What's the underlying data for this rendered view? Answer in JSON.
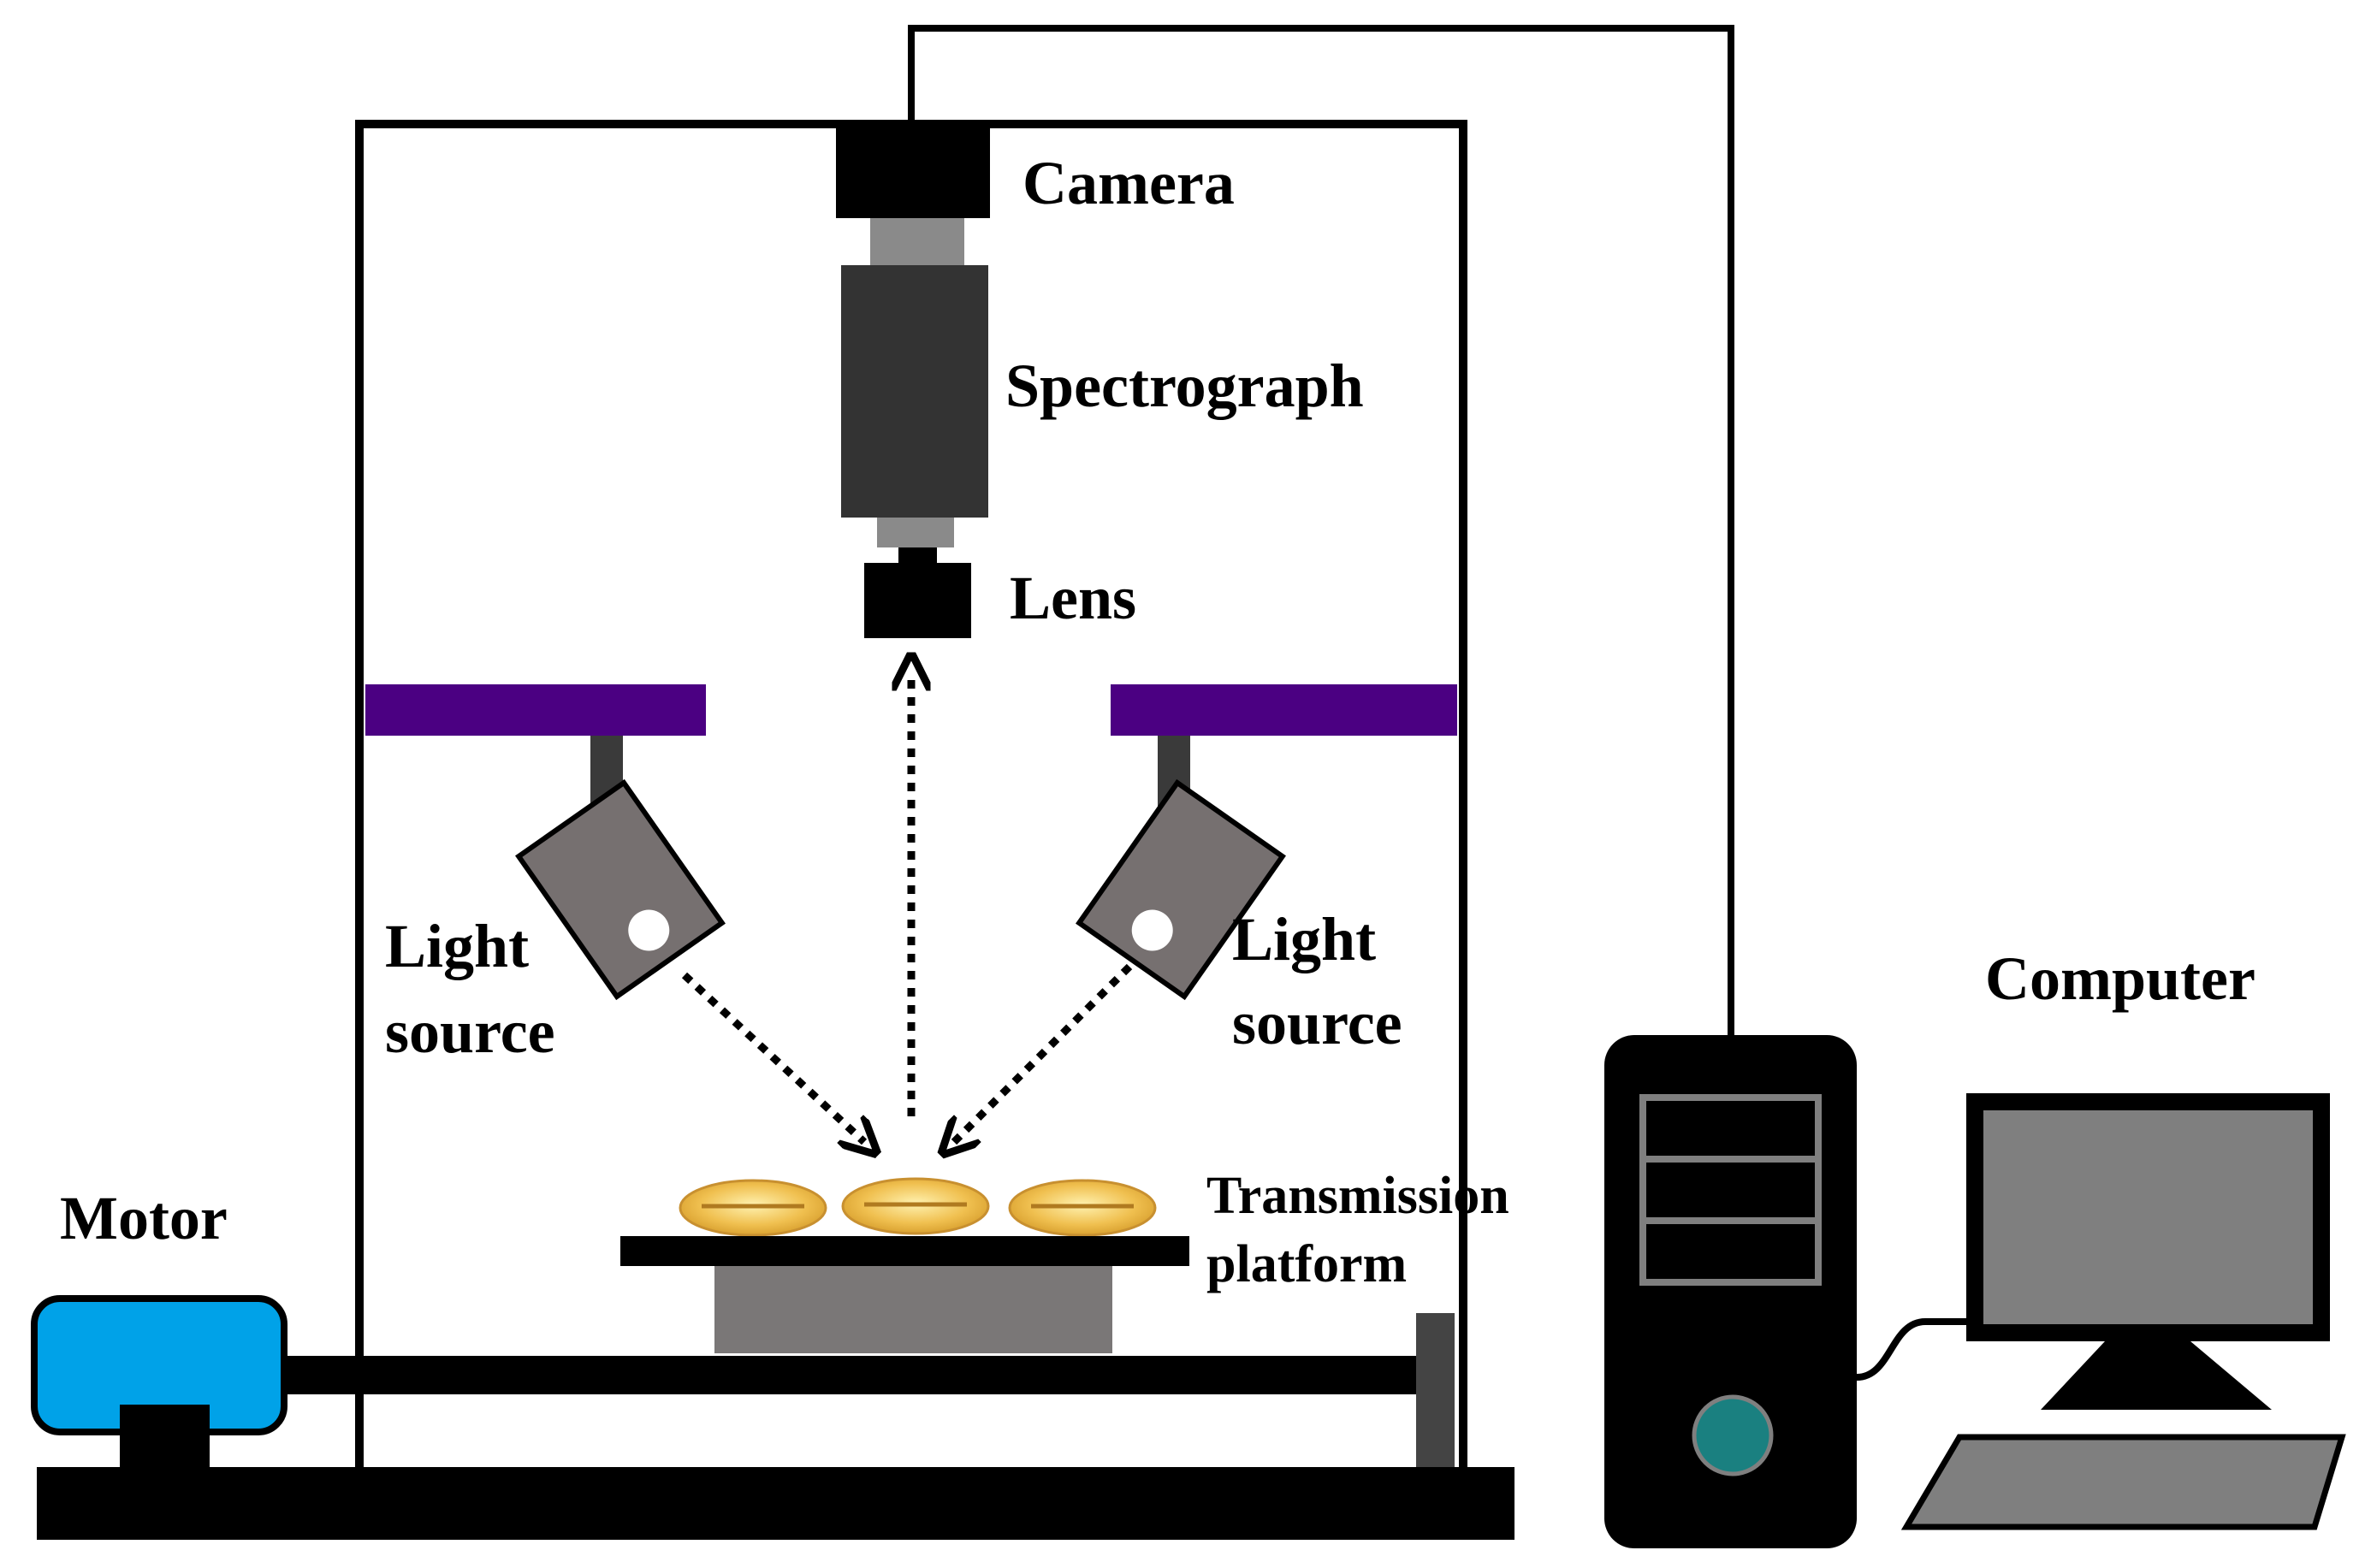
{
  "labels": {
    "camera": "Camera",
    "spectrograph": "Spectrograph",
    "lens": "Lens",
    "light_source_left_line1": "Light",
    "light_source_left_line2": "source",
    "light_source_right_line1": "Light",
    "light_source_right_line2": "source",
    "transmission_line1": "Transmission",
    "transmission_line2": "platform",
    "motor": "Motor",
    "computer": "Computer"
  },
  "colors": {
    "frame": "#000000",
    "camera_body": "#000000",
    "spectrograph_body": "#333333",
    "spectrograph_coupler": "#8a8a8a",
    "light_bar": "#4b0082",
    "lamp": "#767070",
    "platform_base": "#7a7777",
    "grain": "#e8b84a",
    "motor_body": "#00a2e8",
    "computer_screen": "#7f7f7f",
    "computer_button": "#1a8080"
  }
}
